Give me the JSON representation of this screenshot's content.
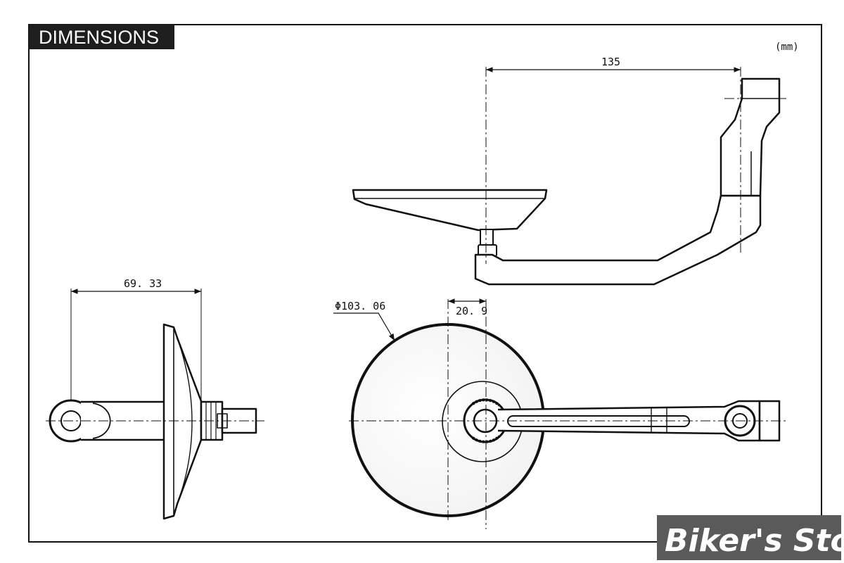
{
  "header": {
    "title": "DIMENSIONS"
  },
  "unit": "(mm)",
  "dimensions": {
    "arm_reach": "135",
    "side_depth": "69. 33",
    "mirror_diameter": "Φ103. 06",
    "offset": "20. 9"
  },
  "watermark": {
    "text": "Biker's Store"
  },
  "colors": {
    "line": "#111111",
    "banner": "#1e1e1e",
    "watermark_bg": "#5a5a5a"
  }
}
